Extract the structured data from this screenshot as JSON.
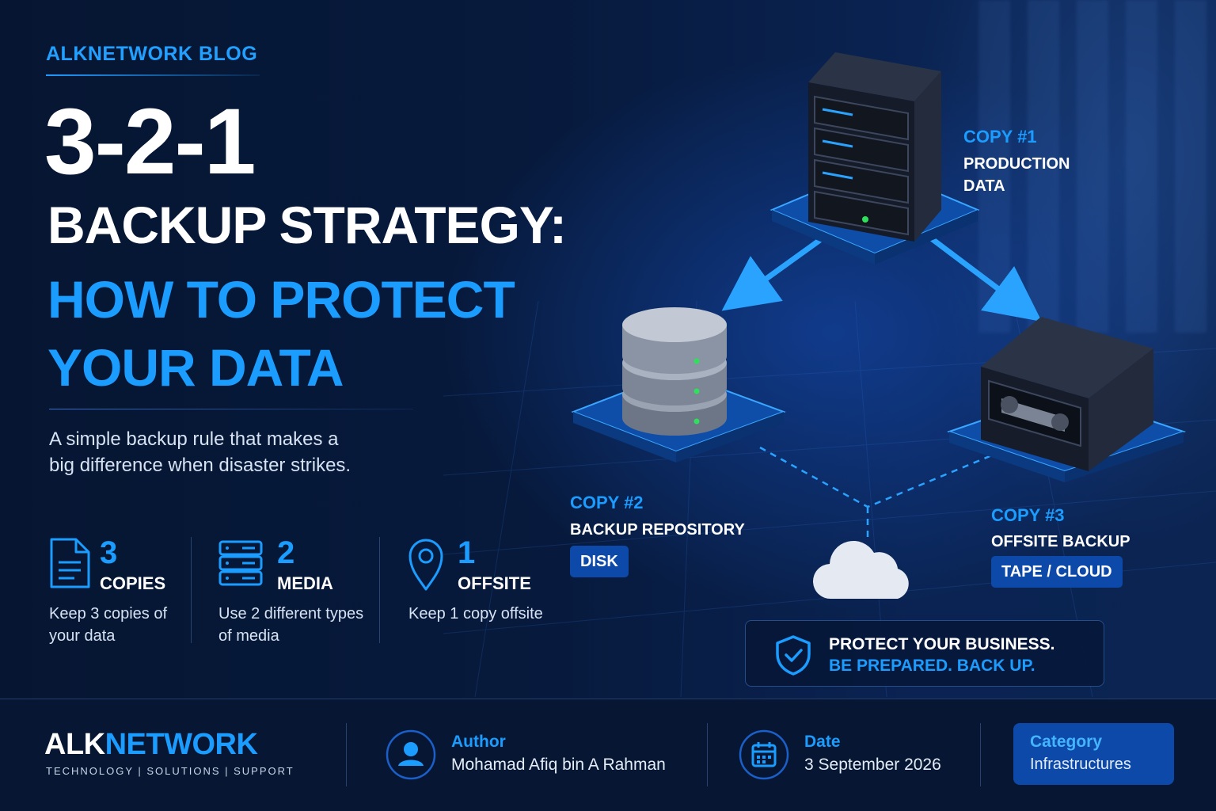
{
  "header": {
    "blog_label": "ALKNETWORK BLOG",
    "title_main": "3-2-1",
    "title_sub": "BACKUP STRATEGY:",
    "title_accent": "HOW TO PROTECT YOUR DATA",
    "subtitle": "A simple backup rule that makes a big difference when disaster strikes."
  },
  "rules": [
    {
      "number": "3",
      "word": "COPIES",
      "desc": "Keep 3 copies of your data",
      "icon": "document-icon"
    },
    {
      "number": "2",
      "word": "MEDIA",
      "desc": "Use 2 different types of media",
      "icon": "server-stack-icon"
    },
    {
      "number": "1",
      "word": "OFFSITE",
      "desc": "Keep 1 copy offsite",
      "icon": "location-pin-icon"
    }
  ],
  "diagram": {
    "copy1": {
      "label": "COPY #1",
      "desc": "PRODUCTION DATA"
    },
    "copy2": {
      "label": "COPY #2",
      "desc": "BACKUP REPOSITORY",
      "badge": "DISK"
    },
    "copy3": {
      "label": "COPY #3",
      "desc": "OFFSITE BACKUP",
      "badge": "TAPE / CLOUD"
    }
  },
  "cta": {
    "line1": "PROTECT YOUR BUSINESS.",
    "line2": "BE PREPARED. BACK UP.",
    "icon": "shield-check-icon"
  },
  "footer": {
    "brand_a": "ALK",
    "brand_b": "NETWORK",
    "tagline": "TECHNOLOGY | SOLUTIONS | SUPPORT",
    "author_label": "Author",
    "author_value": "Mohamad Afiq bin A Rahman",
    "date_label": "Date",
    "date_value": "3 September 2026",
    "category_label": "Category",
    "category_value": "Infrastructures"
  },
  "colors": {
    "accent": "#1b9cff",
    "background": "#061431",
    "badge": "#0d49a8",
    "status_led": "#2fe05a"
  }
}
